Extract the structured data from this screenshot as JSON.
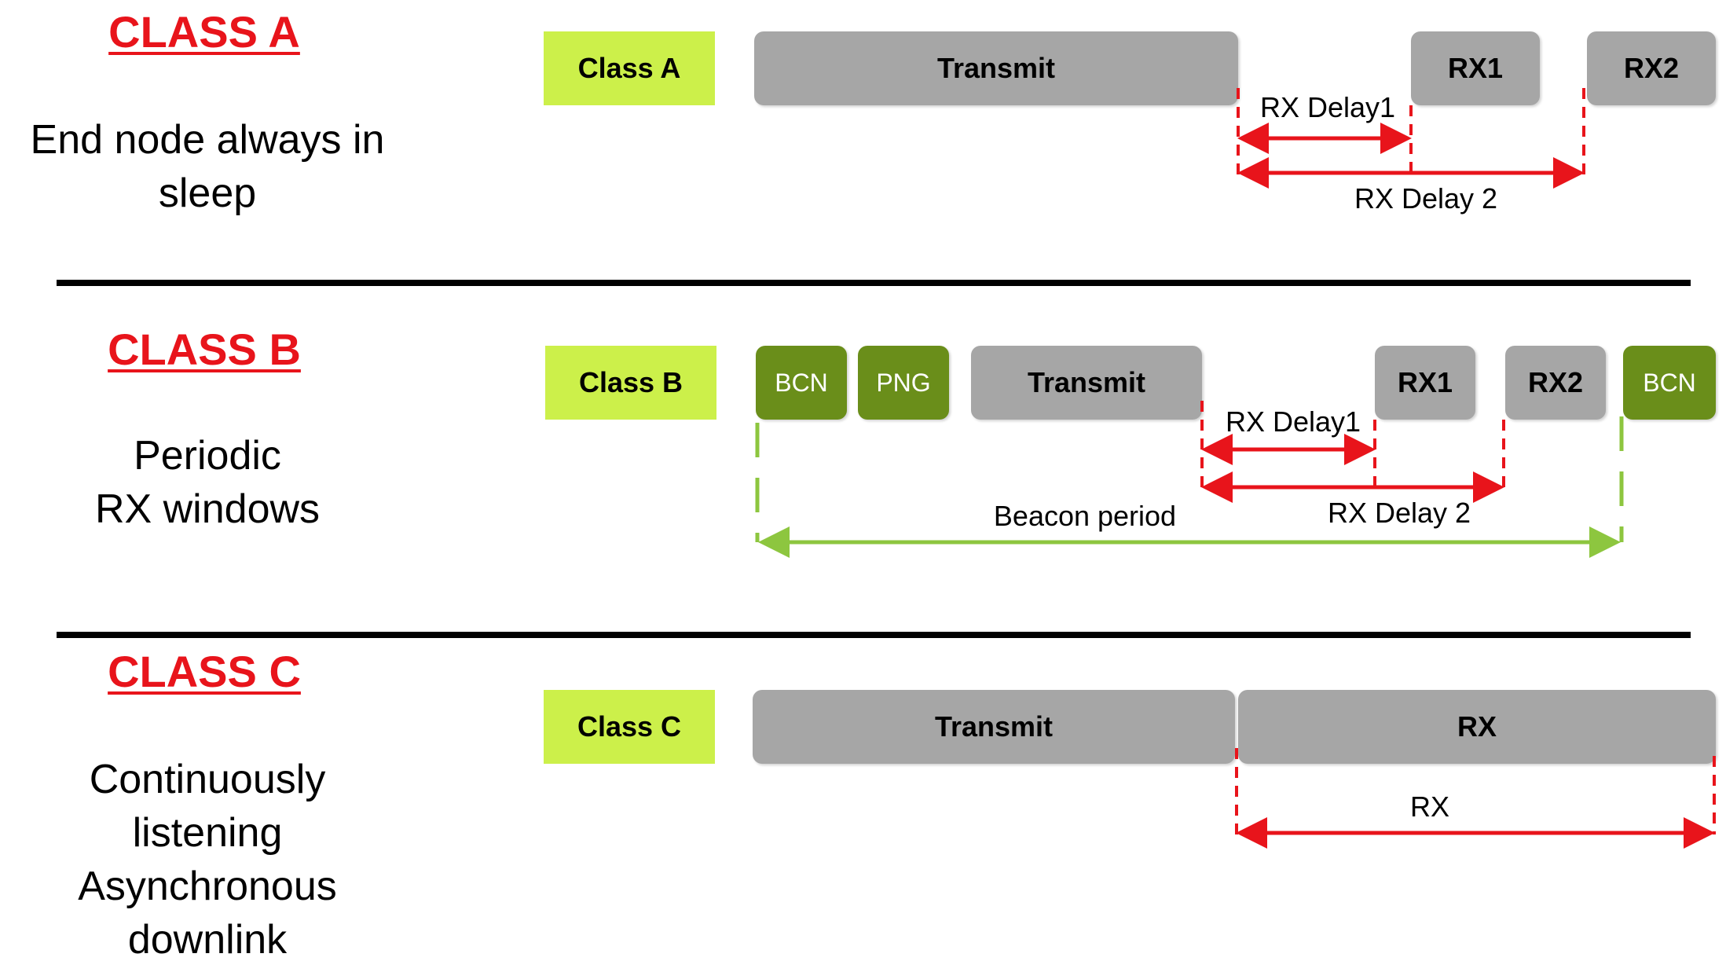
{
  "class_a": {
    "heading": "CLASS A",
    "description": [
      "End node always in",
      "sleep"
    ],
    "label": "Class A",
    "blocks": {
      "transmit": "Transmit",
      "rx1": "RX1",
      "rx2": "RX2"
    },
    "annotations": {
      "rx_delay1": "RX Delay1",
      "rx_delay2": "RX Delay 2"
    }
  },
  "class_b": {
    "heading": "CLASS B",
    "description": [
      "Periodic",
      "RX windows"
    ],
    "label": "Class B",
    "blocks": {
      "bcn": "BCN",
      "png": "PNG",
      "transmit": "Transmit",
      "rx1": "RX1",
      "rx2": "RX2",
      "bcn_end": "BCN"
    },
    "annotations": {
      "rx_delay1": "RX Delay1",
      "rx_delay2": "RX Delay 2",
      "beacon_period": "Beacon period"
    }
  },
  "class_c": {
    "heading": "CLASS C",
    "description": [
      "Continuously",
      "listening",
      "Asynchronous",
      "downlink"
    ],
    "label": "Class C",
    "blocks": {
      "transmit": "Transmit",
      "rx": "RX"
    },
    "annotations": {
      "rx": "RX"
    }
  },
  "colors": {
    "heading": "#e8141b",
    "label_bg": "#ccf04a",
    "block_gray": "#a6a6a6",
    "block_green": "#6a8e1a",
    "arrow_red": "#e8141b",
    "arrow_green": "#8dc63f"
  }
}
